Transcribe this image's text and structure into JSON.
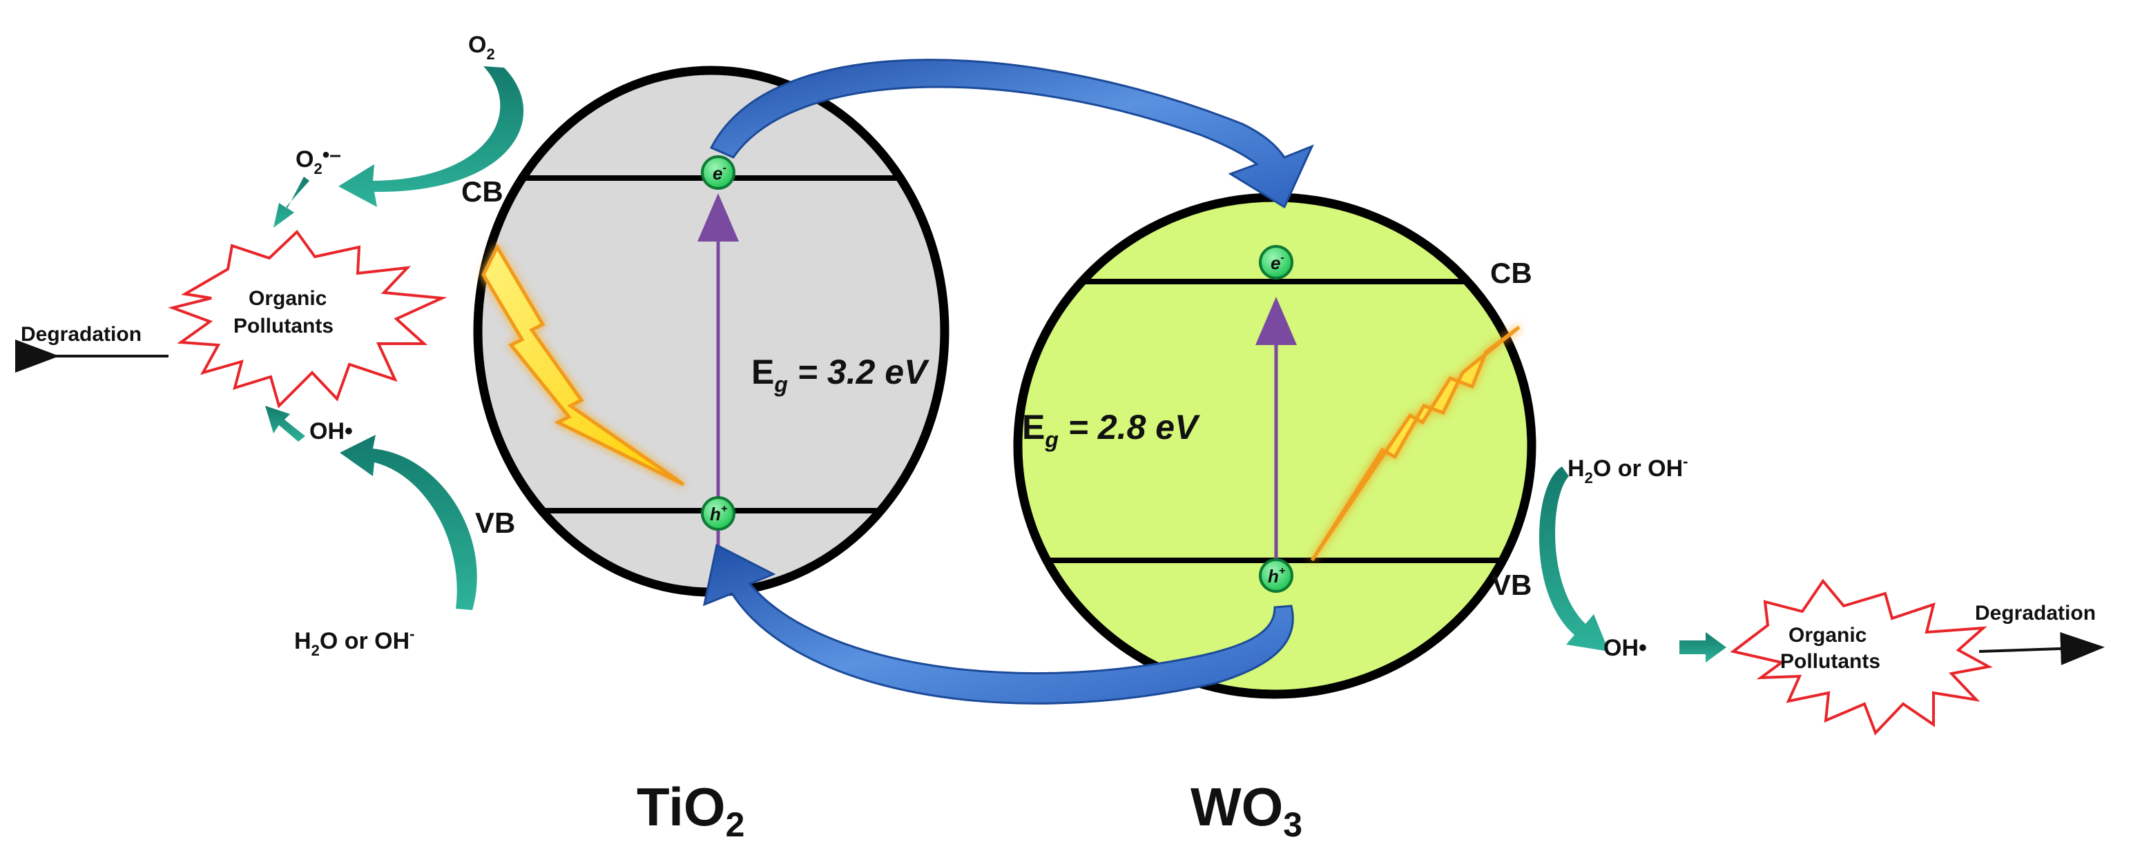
{
  "materials": {
    "left": {
      "name": "TiO",
      "sub": "2",
      "bandgap_prefix": "E",
      "bandgap_sub": "g",
      "bandgap_value": " = 3.2 eV",
      "cb": "CB",
      "vb": "VB",
      "color": "#d9d9d9"
    },
    "right": {
      "name": "WO",
      "sub": "3",
      "bandgap_prefix": "E",
      "bandgap_sub": "g",
      "bandgap_value": " = 2.8 eV",
      "cb": "CB",
      "vb": "VB",
      "color": "#d5f77a"
    }
  },
  "carriers": {
    "electron": "e",
    "electron_sup": "-",
    "hole": "h",
    "hole_sup": "+",
    "carrier_color": "#22d65a"
  },
  "left_reactions": {
    "o2": "O",
    "o2_sub": "2",
    "superoxide": "O",
    "superoxide_sub": "2",
    "superoxide_sup": "•–",
    "pollutants_line1": "Organic",
    "pollutants_line2": "Pollutants",
    "degradation": "Degradation",
    "hydroxyl": "OH•",
    "water": "H",
    "water_sub": "2",
    "water_rest": "O or OH",
    "water_sup": "-"
  },
  "right_reactions": {
    "water": "H",
    "water_sub": "2",
    "water_rest": "O or OH",
    "water_sup": "-",
    "hydroxyl": "OH•",
    "pollutants_line1": "Organic",
    "pollutants_line2": "Pollutants",
    "degradation": "Degradation"
  },
  "colors": {
    "transfer_arrow": "#3a73c8",
    "reaction_arrow": "#1f8f7a",
    "pollutant_outline": "#e8262a",
    "lightning_fill": "#ffe600",
    "lightning_edge": "#f29a1c",
    "excitation_arrow": "#7a4aa0"
  }
}
